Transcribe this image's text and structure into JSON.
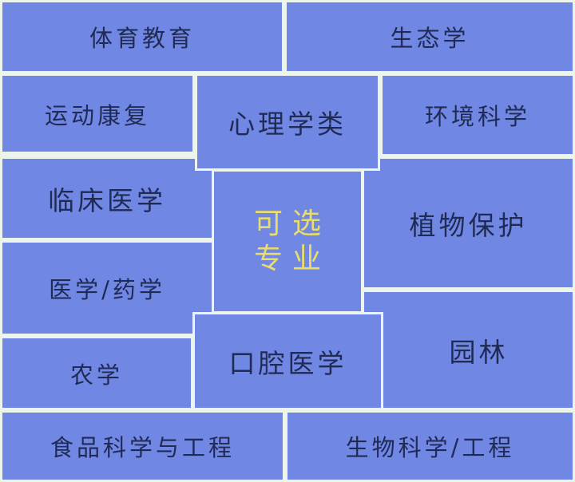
{
  "title": "可选专业",
  "colors": {
    "box_fill": "#7187e4",
    "line": "#edf4ec",
    "text": "#1f2a55",
    "highlight_text": "#e9dd6b"
  },
  "center": {
    "line1": "可选",
    "line2": "专业"
  },
  "boxes": [
    {
      "id": "physical-education",
      "label": "体育教育"
    },
    {
      "id": "ecology",
      "label": "生态学"
    },
    {
      "id": "sports-rehabilitation",
      "label": "运动康复"
    },
    {
      "id": "psychology",
      "label": "心理学类"
    },
    {
      "id": "environmental-science",
      "label": "环境科学"
    },
    {
      "id": "clinical-medicine",
      "label": "临床医学"
    },
    {
      "id": "plant-protection",
      "label": "植物保护"
    },
    {
      "id": "medicine-pharmacy",
      "label": "医学/药学"
    },
    {
      "id": "landscape-architecture",
      "label": "园林"
    },
    {
      "id": "agronomy",
      "label": "农学"
    },
    {
      "id": "stomatology",
      "label": "口腔医学"
    },
    {
      "id": "food-science-engineering",
      "label": "食品科学与工程"
    },
    {
      "id": "biological-science-engineering",
      "label": "生物科学/工程"
    }
  ]
}
